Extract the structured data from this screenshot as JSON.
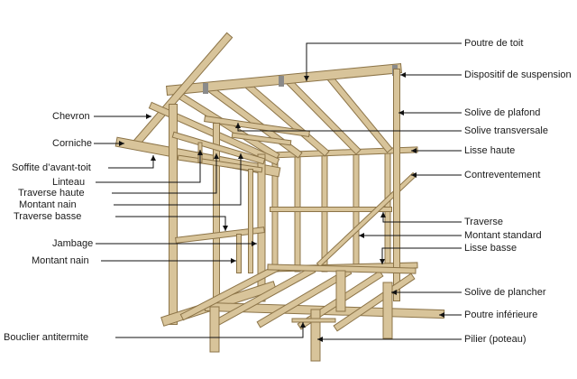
{
  "colors": {
    "wood": "#d8c49a",
    "wood_dark": "#a98f5f",
    "wood_shadow": "#8c7448",
    "metal": "#8a8a8a",
    "leader": "#111111"
  },
  "labels_left": [
    {
      "id": "chevron",
      "text": "Chevron"
    },
    {
      "id": "corniche",
      "text": "Corniche"
    },
    {
      "id": "soffite",
      "text": "Soffite d’avant-toit"
    },
    {
      "id": "linteau",
      "text": "Linteau"
    },
    {
      "id": "traverse-haute",
      "text": "Traverse haute"
    },
    {
      "id": "montant-nain-1",
      "text": "Montant nain"
    },
    {
      "id": "traverse-basse",
      "text": "Traverse basse"
    },
    {
      "id": "jambage",
      "text": "Jambage"
    },
    {
      "id": "montant-nain-2",
      "text": "Montant nain"
    },
    {
      "id": "bouclier",
      "text": "Bouclier antitermite"
    }
  ],
  "labels_right": [
    {
      "id": "poutre-toit",
      "text": "Poutre de toit"
    },
    {
      "id": "suspension",
      "text": "Dispositif de suspension"
    },
    {
      "id": "solive-plafond",
      "text": "Solive de plafond"
    },
    {
      "id": "solive-transversale",
      "text": "Solive transversale"
    },
    {
      "id": "lisse-haute",
      "text": "Lisse haute"
    },
    {
      "id": "contreventement",
      "text": "Contreventement"
    },
    {
      "id": "traverse",
      "text": "Traverse"
    },
    {
      "id": "montant-standard",
      "text": "Montant standard"
    },
    {
      "id": "lisse-basse",
      "text": "Lisse basse"
    },
    {
      "id": "solive-plancher",
      "text": "Solive de plancher"
    },
    {
      "id": "poutre-inferieure",
      "text": "Poutre inférieure"
    },
    {
      "id": "pilier",
      "text": "Pilier (poteau)"
    }
  ]
}
